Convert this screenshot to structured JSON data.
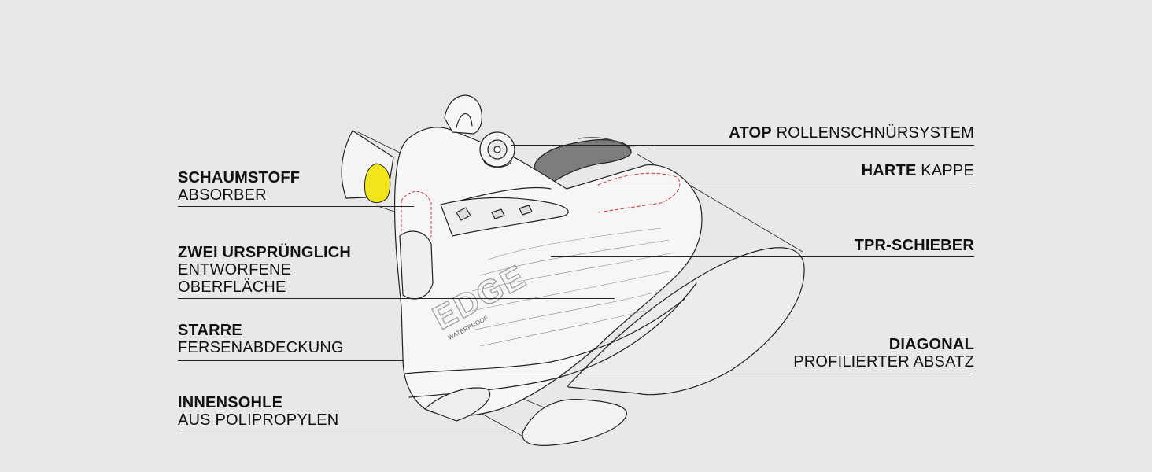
{
  "colors": {
    "background": "#e8e8e8",
    "outline": "#222222",
    "foam_accent": "#f2e51b",
    "hard_cap": "#7d7d7d",
    "stitch_red": "#d23a3a",
    "text": "#111111"
  },
  "labels": {
    "foam": {
      "bold": "SCHAUMSTOFF",
      "line2": "ABSORBER"
    },
    "upper": {
      "bold": "ZWEI URSPRÜNGLICH",
      "line2": "ENTWORFENE",
      "line3": "OBERFLÄCHE"
    },
    "heel_cover": {
      "bold": "STARRE",
      "line2": "FERSENABDECKUNG"
    },
    "insole": {
      "bold": "INNENSOHLE",
      "line2": "AUS POLIPROPYLEN"
    },
    "atop": {
      "bold": "ATOP",
      "rest": " ROLLENSCHNÜRSYSTEM"
    },
    "hard_cap": {
      "bold": "HARTE",
      "rest": " KAPPE"
    },
    "tpr": {
      "bold": "TPR-SCHIEBER"
    },
    "diagonal": {
      "bold": "DIAGONAL",
      "line2": "PROFILIERTER ABSATZ"
    }
  },
  "shoe_text": {
    "brand": "EDGE",
    "sub": "WATERPROOF"
  },
  "icons": {
    "shoe": "cycling-shoe-illustration",
    "dial": "atop-dial-icon",
    "foam": "foam-pad-icon",
    "cap": "hard-cap-icon",
    "sole": "sole-plate-icon",
    "heel": "heel-pad-icon"
  }
}
